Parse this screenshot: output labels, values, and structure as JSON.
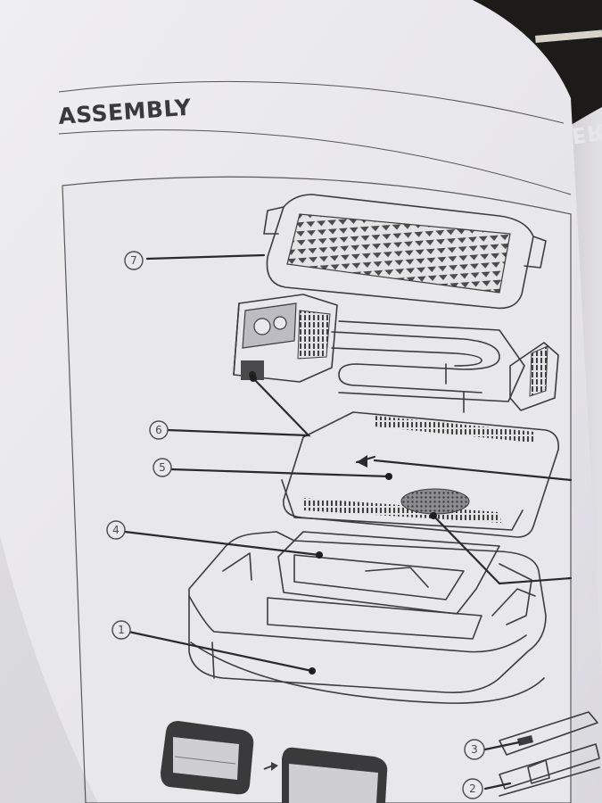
{
  "page": {
    "heading": "ASSEMBLY",
    "ghost_heading": "OVERVIEW"
  },
  "callouts": [
    {
      "id": "7",
      "label": "7"
    },
    {
      "id": "6",
      "label": "6"
    },
    {
      "id": "5",
      "label": "5"
    },
    {
      "id": "4",
      "label": "4"
    },
    {
      "id": "1",
      "label": "1"
    },
    {
      "id": "3",
      "label": "3"
    },
    {
      "id": "2",
      "label": "2"
    }
  ],
  "colors": {
    "paper": "#e9e8ec",
    "ink": "#3c3c3e",
    "background": "#1c1b1a"
  }
}
